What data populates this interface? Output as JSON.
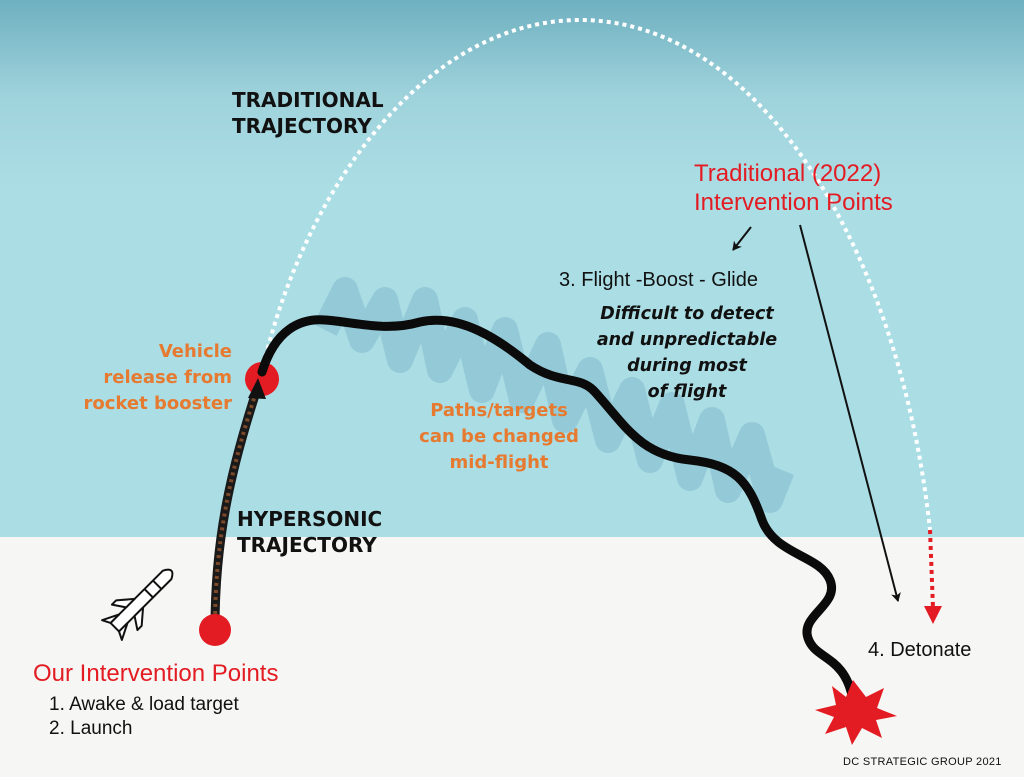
{
  "diagram": {
    "traditional_trajectory_label": [
      "TRADITIONAL",
      "TRAJECTORY"
    ],
    "hypersonic_trajectory_label": [
      "HYPERSONIC",
      "TRAJECTORY"
    ],
    "vehicle_release_label": [
      "Vehicle",
      "release from",
      "rocket booster"
    ],
    "paths_targets_label": [
      "Paths/targets",
      "can be changed",
      "mid-flight"
    ],
    "traditional_intervention_title": [
      "Traditional (2022)",
      "Intervention Points"
    ],
    "flight_step_label": "3. Flight -Boost - Glide",
    "difficult_label": [
      "Difficult to detect",
      "and unpredictable",
      "during most",
      "of flight"
    ],
    "detonate_label": "4. Detonate",
    "our_intervention_title": "Our Intervention Points",
    "our_intervention_steps": [
      "1. Awake & load target",
      "2. Launch"
    ],
    "credit": "DC STRATEGIC GROUP 2021"
  },
  "colors": {
    "sky_top": "#74b3c2",
    "sky": "#abdde4",
    "ground": "#f6f6f4",
    "trajectory_black": "#0b0b0b",
    "booster_brown": "#5a3420",
    "accent_red": "#e31c23",
    "accent_orange": "#e67a30",
    "zigzag_blue": "#6aa7c4"
  },
  "icons": [
    "missile-icon",
    "launch-point-dot",
    "release-point-dot",
    "explosion-icon",
    "arrow-icon"
  ]
}
